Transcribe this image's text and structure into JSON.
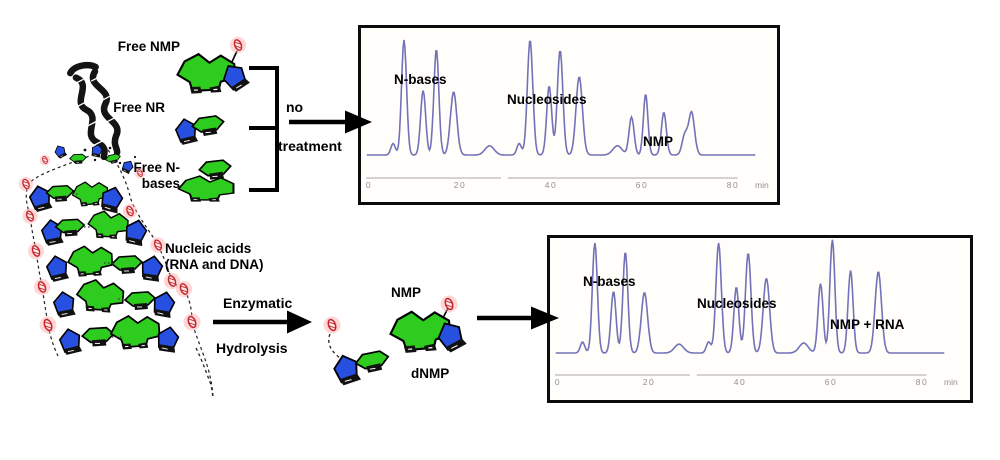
{
  "labels": {
    "free_nmp": "Free NMP",
    "free_nr": "Free NR",
    "free_n_bases": "Free N-\nbases",
    "nucleic_acids": "Nucleic acids\n(RNA and DNA)",
    "no_treatment_line1": "no",
    "no_treatment_line2": "treatment",
    "enzymatic": "Enzymatic",
    "hydrolysis": "Hydrolysis",
    "nmp": "NMP",
    "dnmp": "dNMP"
  },
  "colors": {
    "base_green": "#2ecc1e",
    "sugar_blue": "#2850e0",
    "phosphate_red": "#c1272d",
    "phosphate_glow": "#ffa6a6",
    "ink": "#111111",
    "trace": "#7272b8",
    "axis": "#a8a8a8",
    "tick_text": "#8f8f8f"
  },
  "chart_data": [
    {
      "type": "line",
      "name": "chromatogram-no-treatment",
      "title": "Chromatogram of untreated sample",
      "x_ticks": [
        "0",
        "20",
        "40",
        "60",
        "80"
      ],
      "x_unit": "min",
      "xlim": [
        0,
        85
      ],
      "grid": false,
      "annotations": [
        "N-bases",
        "Nucleosides",
        "NMP"
      ],
      "peaks_t_h_sigma": [
        [
          5.3,
          0.1,
          0.5
        ],
        [
          7.7,
          1.0,
          0.55
        ],
        [
          11.9,
          0.56,
          0.55
        ],
        [
          14.8,
          0.92,
          0.55
        ],
        [
          18.6,
          0.55,
          0.7
        ],
        [
          26.5,
          0.08,
          1.0
        ],
        [
          33.0,
          0.1,
          0.5
        ],
        [
          35.4,
          1.0,
          0.6
        ],
        [
          39.6,
          0.6,
          0.55
        ],
        [
          42.0,
          0.91,
          0.6
        ],
        [
          46.2,
          0.68,
          0.7
        ],
        [
          54.6,
          0.08,
          1.0
        ],
        [
          57.7,
          0.33,
          0.55
        ],
        [
          60.8,
          0.53,
          0.5
        ],
        [
          64.8,
          0.37,
          0.55
        ],
        [
          69.4,
          0.17,
          0.6
        ],
        [
          70.9,
          0.37,
          0.65
        ]
      ]
    },
    {
      "type": "line",
      "name": "chromatogram-enzymatic-hydrolysis",
      "title": "Chromatogram after enzymatic hydrolysis",
      "x_ticks": [
        "0",
        "20",
        "40",
        "60",
        "80"
      ],
      "x_unit": "min",
      "xlim": [
        0,
        85
      ],
      "grid": false,
      "annotations": [
        "N-bases",
        "Nucleosides",
        "NMP + RNA"
      ],
      "peaks_t_h_sigma": [
        [
          5.4,
          0.1,
          0.5
        ],
        [
          8.1,
          1.0,
          0.55
        ],
        [
          12.2,
          0.56,
          0.55
        ],
        [
          14.8,
          0.92,
          0.55
        ],
        [
          19.0,
          0.55,
          0.7
        ],
        [
          26.6,
          0.08,
          1.0
        ],
        [
          33.1,
          0.1,
          0.5
        ],
        [
          35.3,
          1.0,
          0.6
        ],
        [
          39.2,
          0.6,
          0.55
        ],
        [
          41.8,
          0.91,
          0.6
        ],
        [
          45.8,
          0.68,
          0.7
        ],
        [
          54.0,
          0.09,
          1.0
        ],
        [
          57.7,
          0.63,
          0.55
        ],
        [
          60.3,
          1.03,
          0.55
        ],
        [
          64.3,
          0.75,
          0.55
        ],
        [
          70.4,
          0.74,
          0.7
        ]
      ]
    }
  ]
}
